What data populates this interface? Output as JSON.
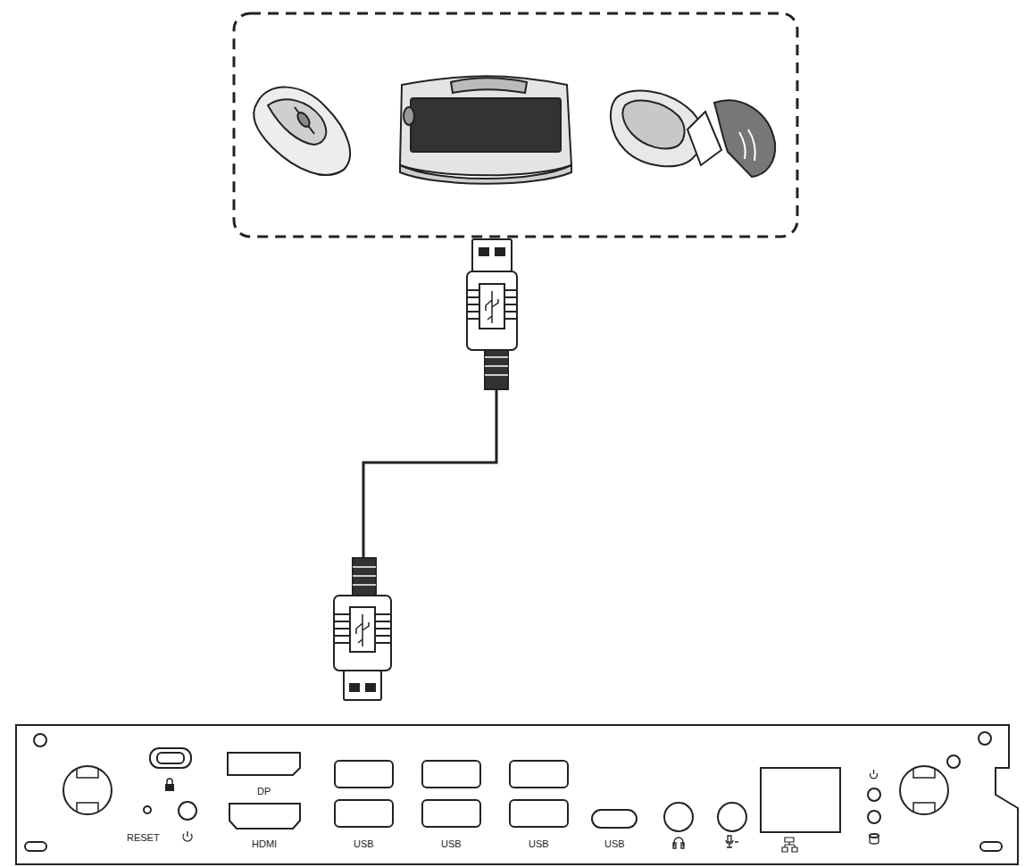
{
  "diagram": {
    "labels": [
      "RESET",
      "DP",
      "HDMI",
      "USB",
      "USB",
      "USB",
      "USB"
    ]
  }
}
